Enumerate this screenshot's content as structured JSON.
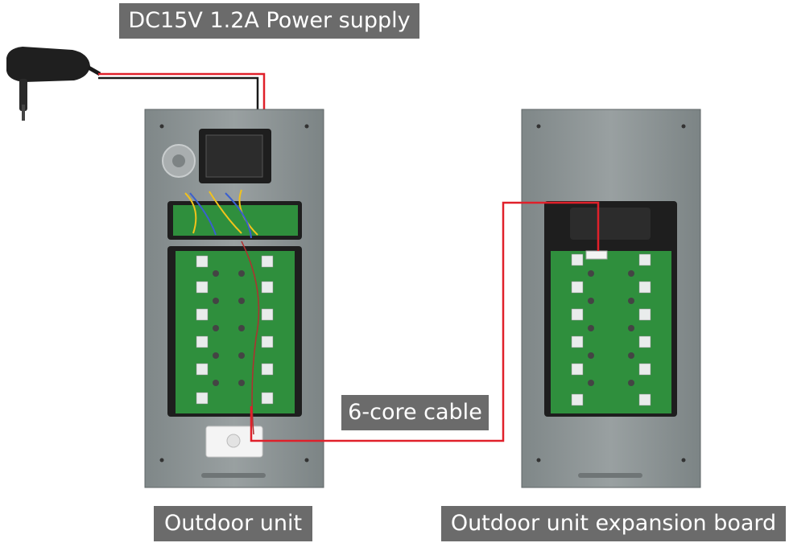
{
  "labels": {
    "power_supply": "DC15V 1.2A Power supply",
    "cable": "6-core cable",
    "outdoor_unit": "Outdoor unit",
    "expansion_board": "Outdoor unit expansion board"
  },
  "colors": {
    "panel": "#8b9293",
    "panel_dark": "#6f7576",
    "pcb": "#2f8f3d",
    "wire_red": "#e0202a",
    "label_bg": "#6b6b6b"
  },
  "icons": {
    "adapter": "power-adapter-icon"
  }
}
